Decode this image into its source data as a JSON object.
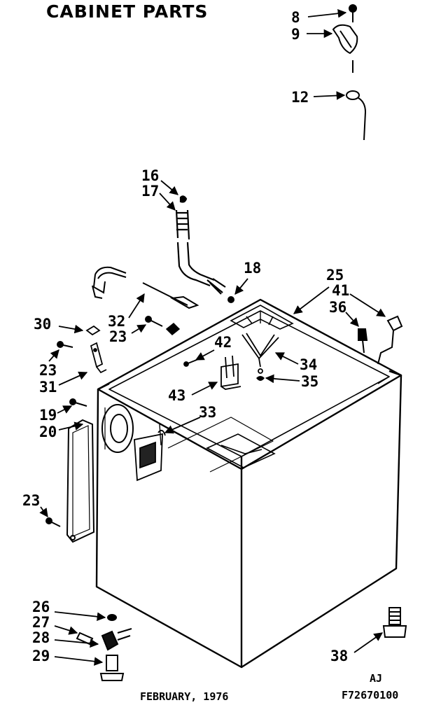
{
  "title": "CABINET PARTS",
  "footer": {
    "date": "FEBRUARY, 1976",
    "code": "AJ",
    "figure_number": "F72670100"
  },
  "callouts": [
    {
      "id": "c8",
      "label": "8"
    },
    {
      "id": "c9",
      "label": "9"
    },
    {
      "id": "c12",
      "label": "12"
    },
    {
      "id": "c16",
      "label": "16"
    },
    {
      "id": "c17",
      "label": "17"
    },
    {
      "id": "c18",
      "label": "18"
    },
    {
      "id": "c25",
      "label": "25"
    },
    {
      "id": "c41",
      "label": "41"
    },
    {
      "id": "c36",
      "label": "36"
    },
    {
      "id": "c30",
      "label": "30"
    },
    {
      "id": "c32",
      "label": "32"
    },
    {
      "id": "c23a",
      "label": "23"
    },
    {
      "id": "c42",
      "label": "42"
    },
    {
      "id": "c23b",
      "label": "23"
    },
    {
      "id": "c34",
      "label": "34"
    },
    {
      "id": "c31",
      "label": "31"
    },
    {
      "id": "c35",
      "label": "35"
    },
    {
      "id": "c43",
      "label": "43"
    },
    {
      "id": "c33",
      "label": "33"
    },
    {
      "id": "c19",
      "label": "19"
    },
    {
      "id": "c20",
      "label": "20"
    },
    {
      "id": "c23c",
      "label": "23"
    },
    {
      "id": "c26",
      "label": "26"
    },
    {
      "id": "c27",
      "label": "27"
    },
    {
      "id": "c28",
      "label": "28"
    },
    {
      "id": "c29",
      "label": "29"
    },
    {
      "id": "c38",
      "label": "38"
    }
  ]
}
